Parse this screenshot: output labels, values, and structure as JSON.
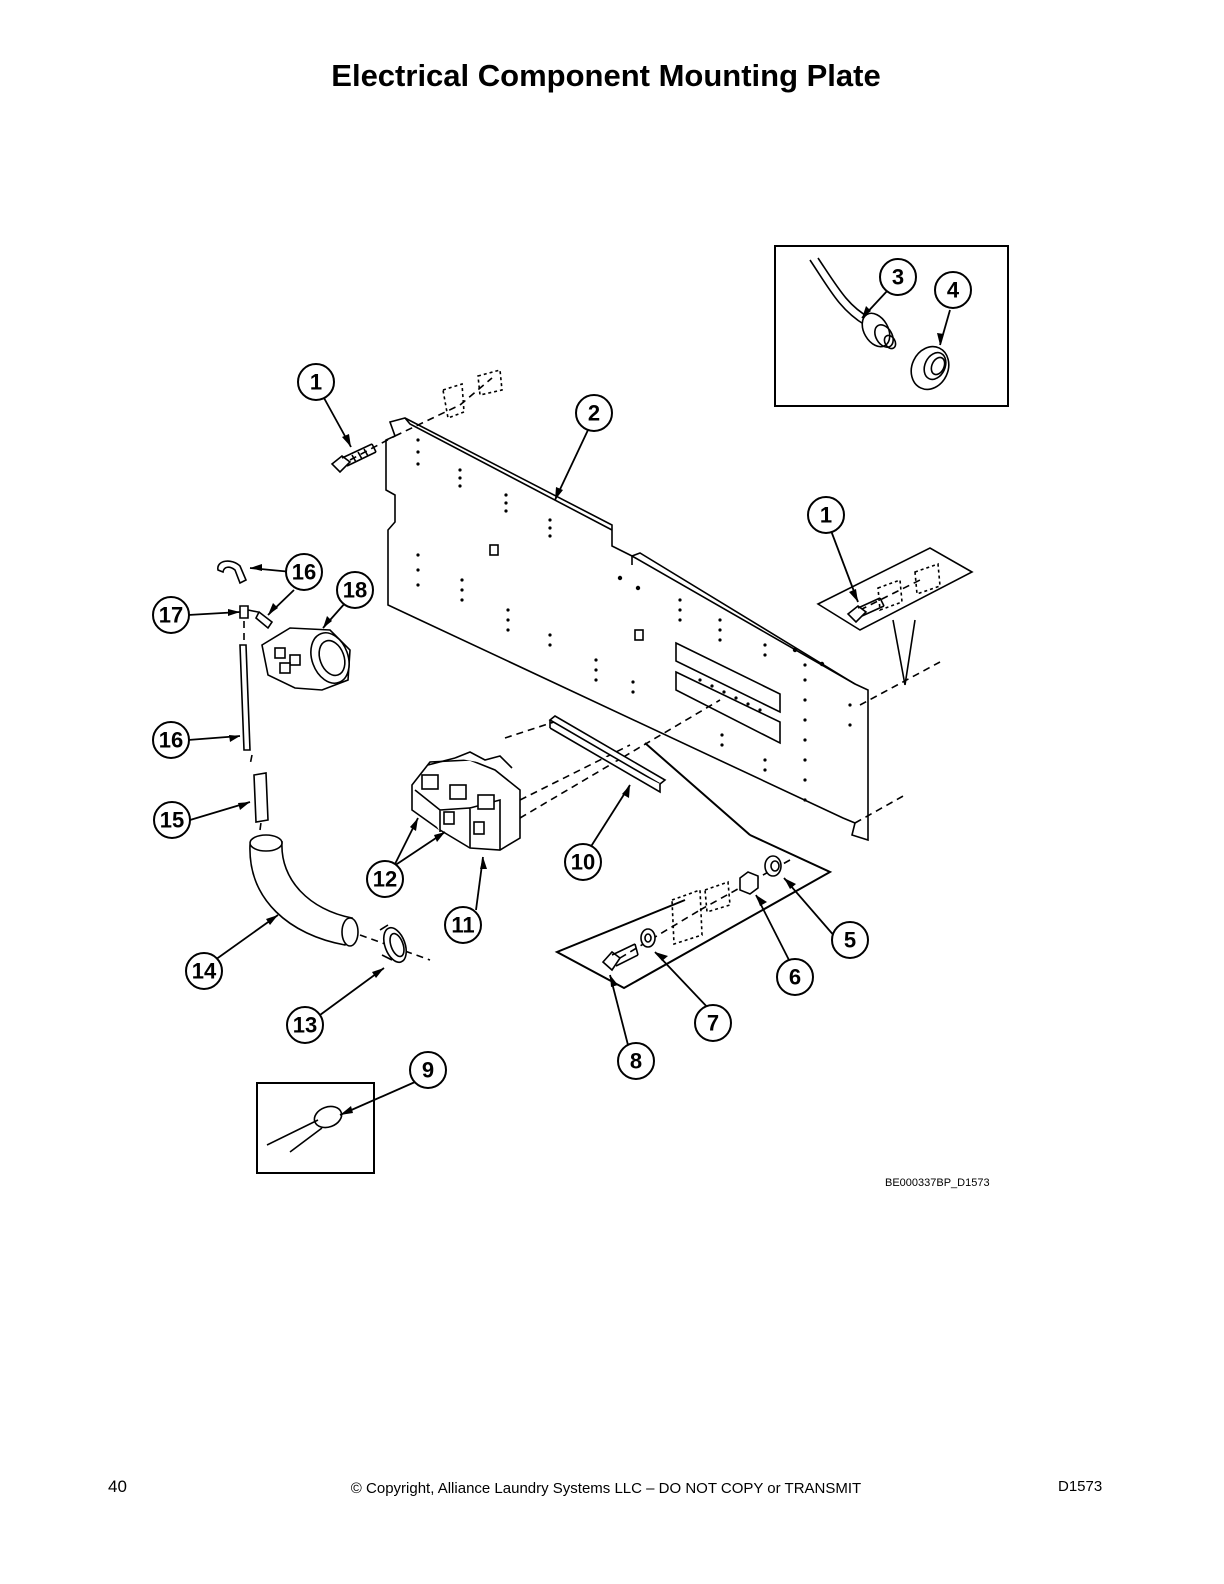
{
  "title": "Electrical Component Mounting Plate",
  "figure_id": "BE000337BP_D1573",
  "footer": {
    "page_number": "40",
    "copyright": "© Copyright, Alliance Laundry Systems LLC – DO NOT COPY or TRANSMIT",
    "doc_code": "D1573"
  },
  "callouts": [
    "1",
    "2",
    "3",
    "4",
    "1",
    "5",
    "6",
    "7",
    "8",
    "9",
    "10",
    "11",
    "12",
    "13",
    "14",
    "15",
    "16",
    "16",
    "17",
    "18"
  ]
}
